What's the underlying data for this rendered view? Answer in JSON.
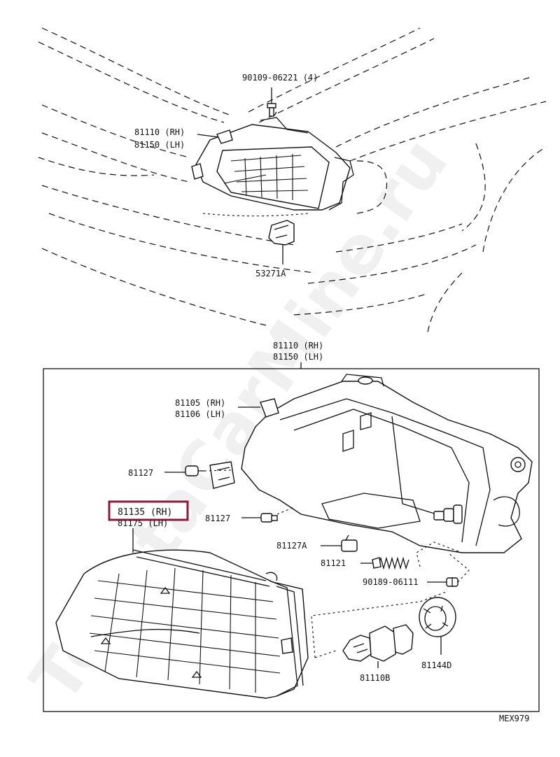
{
  "diagram": {
    "top_view": {
      "bolt": "90109-06221 (4)",
      "headlamp_rh": "81110 (RH)",
      "headlamp_lh": "81150 (LH)",
      "bracket": "53271A"
    },
    "exploded_view": {
      "assembly_rh": "81110 (RH)",
      "assembly_lh": "81150 (LH)",
      "bracket_rh": "81105 (RH)",
      "bracket_lh": "81106 (LH)",
      "screw_upper": "81127",
      "screw_lower": "81127",
      "unit_rh": "81135 (RH)",
      "unit_lh": "81175 (LH)",
      "nut": "81127A",
      "adjuster_spring": "81121",
      "screw_small": "90189-06111",
      "bulb": "81110B",
      "socket_cover": "81144D"
    },
    "diagram_code": "MEX979",
    "watermark": "ToyotaCarMine.ru",
    "highlight_color": "#8b1a3a"
  }
}
